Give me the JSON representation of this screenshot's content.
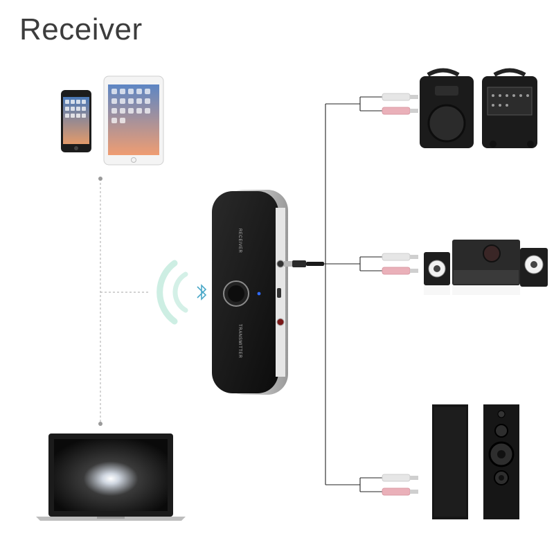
{
  "title": "Receiver",
  "device": {
    "label_receiver": "RECEIVER",
    "label_transmitter": "TRANSMITTER"
  },
  "colors": {
    "device_body": "#1a1a1a",
    "device_side": "#c9c9c9",
    "led": "#2f6bff",
    "wire": "#222222",
    "rca_red": "#e89aa5",
    "rca_white": "#e6e6e6"
  }
}
